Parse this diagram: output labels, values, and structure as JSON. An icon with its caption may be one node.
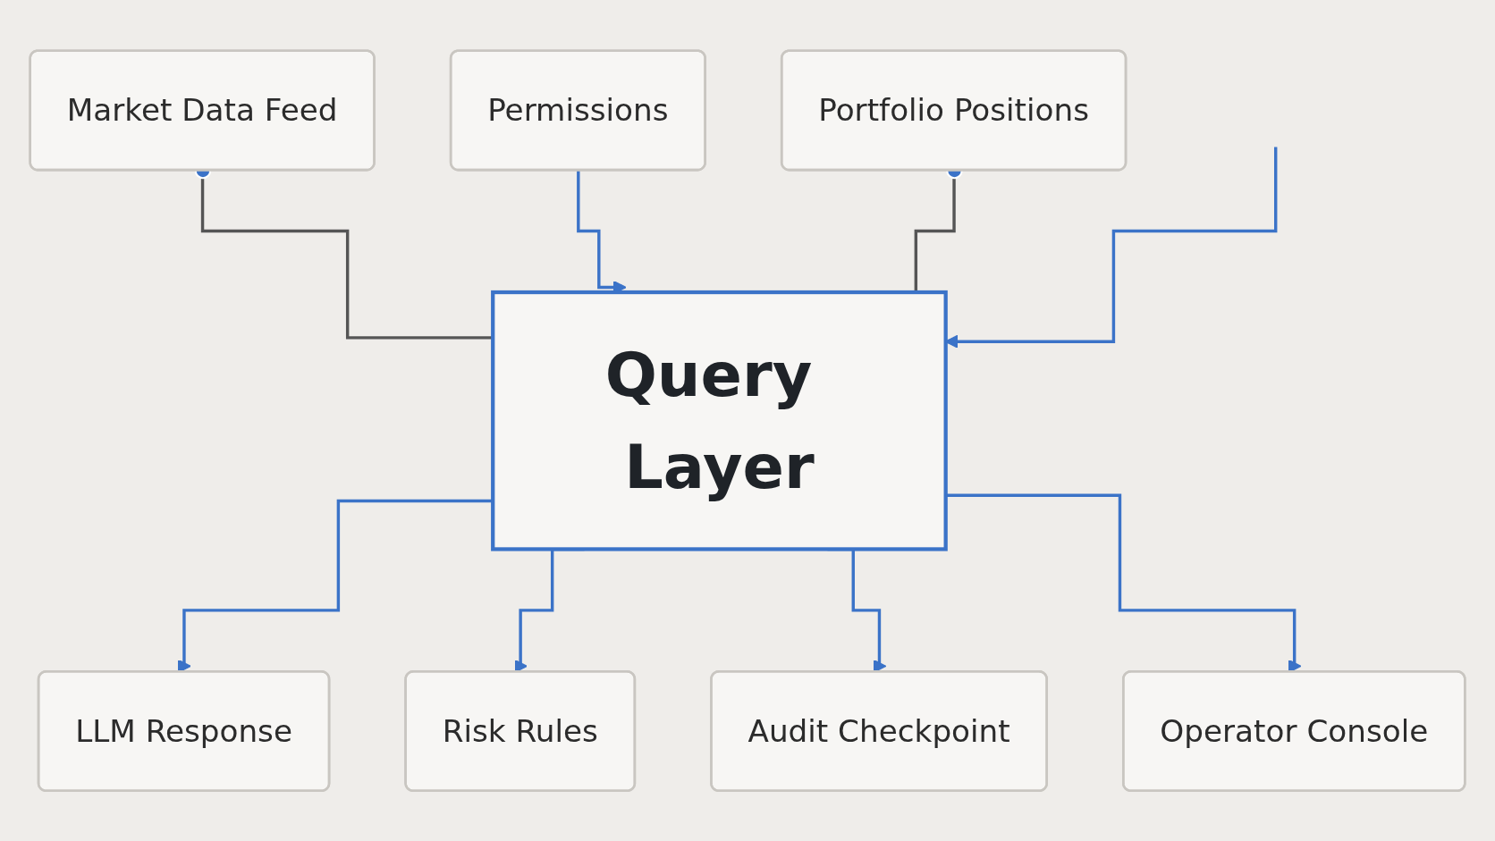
{
  "diagram": {
    "nodes": [
      {
        "text": [
          "Market Data Feed"
        ]
      },
      {
        "text": [
          "Permissions"
        ]
      },
      {
        "text": [
          "Portfolio Positions"
        ]
      },
      {
        "text": [
          "Query Layer"
        ]
      },
      {
        "text": [
          "LLM Response"
        ]
      },
      {
        "text": [
          "Risk Rules"
        ]
      },
      {
        "text": [
          "Audit Checkpoint"
        ]
      },
      {
        "text": [
          "Operator Console"
        ]
      }
    ],
    "edges": [
      {
        "from": 0,
        "to": 3,
        "arrow": "other",
        "color": "#555555"
      },
      {
        "from": 1,
        "to": 3,
        "arrow": "to"
      },
      {
        "from": 2,
        "to": 3,
        "arrow": "other",
        "color": "#555555"
      },
      {
        "from": null,
        "to": 3,
        "arrow": "to"
      },
      {
        "from": 3,
        "to": 4,
        "arrow": "to"
      },
      {
        "from": 3,
        "to": 5,
        "arrow": "to"
      },
      {
        "from": 3,
        "to": 6,
        "arrow": "to"
      },
      {
        "from": 3,
        "to": 7,
        "arrow": "to"
      }
    ]
  }
}
